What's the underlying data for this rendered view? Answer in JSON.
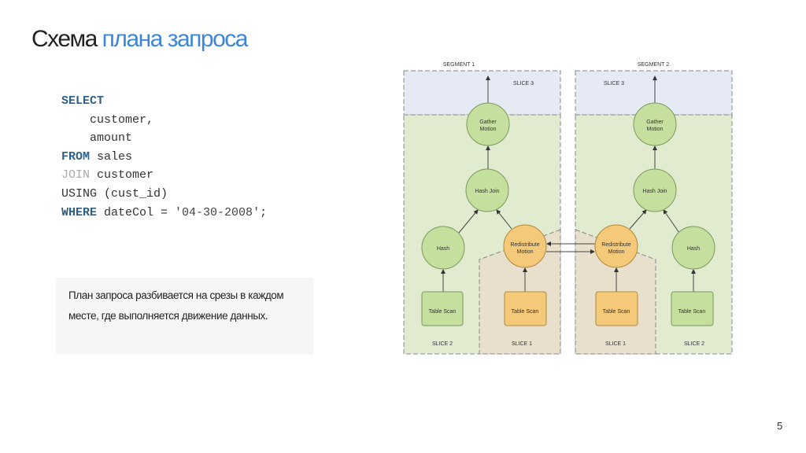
{
  "title": {
    "part1": "Схема",
    "part2": "плана запроса"
  },
  "code": {
    "select": "SELECT",
    "col1": "    customer,",
    "col2": "    amount",
    "from": "FROM",
    "from_rest": " sales",
    "join": "JOIN",
    "join_rest": " customer",
    "using": "USING (cust_id)",
    "where": "WHERE",
    "where_rest": " dateCol = ",
    "where_str": "'04-30-2008'",
    "where_end": ";"
  },
  "note": "План запроса разбивается на срезы в каждом месте, где выполняется движение данных.",
  "page_number": "5",
  "diagram": {
    "segment1": "SEGMENT 1",
    "segment2": "SEGMENT 2",
    "slice3": "SLICE 3",
    "slice2": "SLICE 2",
    "slice1": "SLICE 1",
    "gather1": "Gather",
    "gather2": "Motion",
    "hash_join": "Hash Join",
    "hash": "Hash",
    "redis1": "Redistribute",
    "redis2": "Motion",
    "table_scan": "Table Scan",
    "colors": {
      "slice3": "#e5eaf5",
      "slice2": "#e0ebcf",
      "slice1": "#e8e0cc",
      "green_node": "#c5df9f",
      "orange_node": "#f5c97a"
    }
  }
}
